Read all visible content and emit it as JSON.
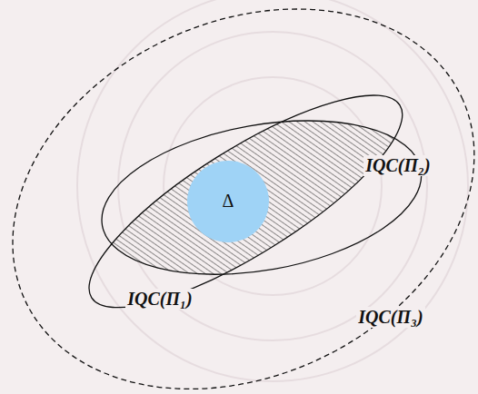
{
  "diagram": {
    "nodes": [
      {
        "text": [
          "IQC(Π₃)"
        ]
      },
      {
        "text": [
          "IQC(Π₁)"
        ],
        "in": 0
      },
      {
        "text": [
          "IQC(Π₂)"
        ],
        "in": 0
      },
      {
        "text": [
          "Δ"
        ],
        "in": 1
      }
    ]
  }
}
